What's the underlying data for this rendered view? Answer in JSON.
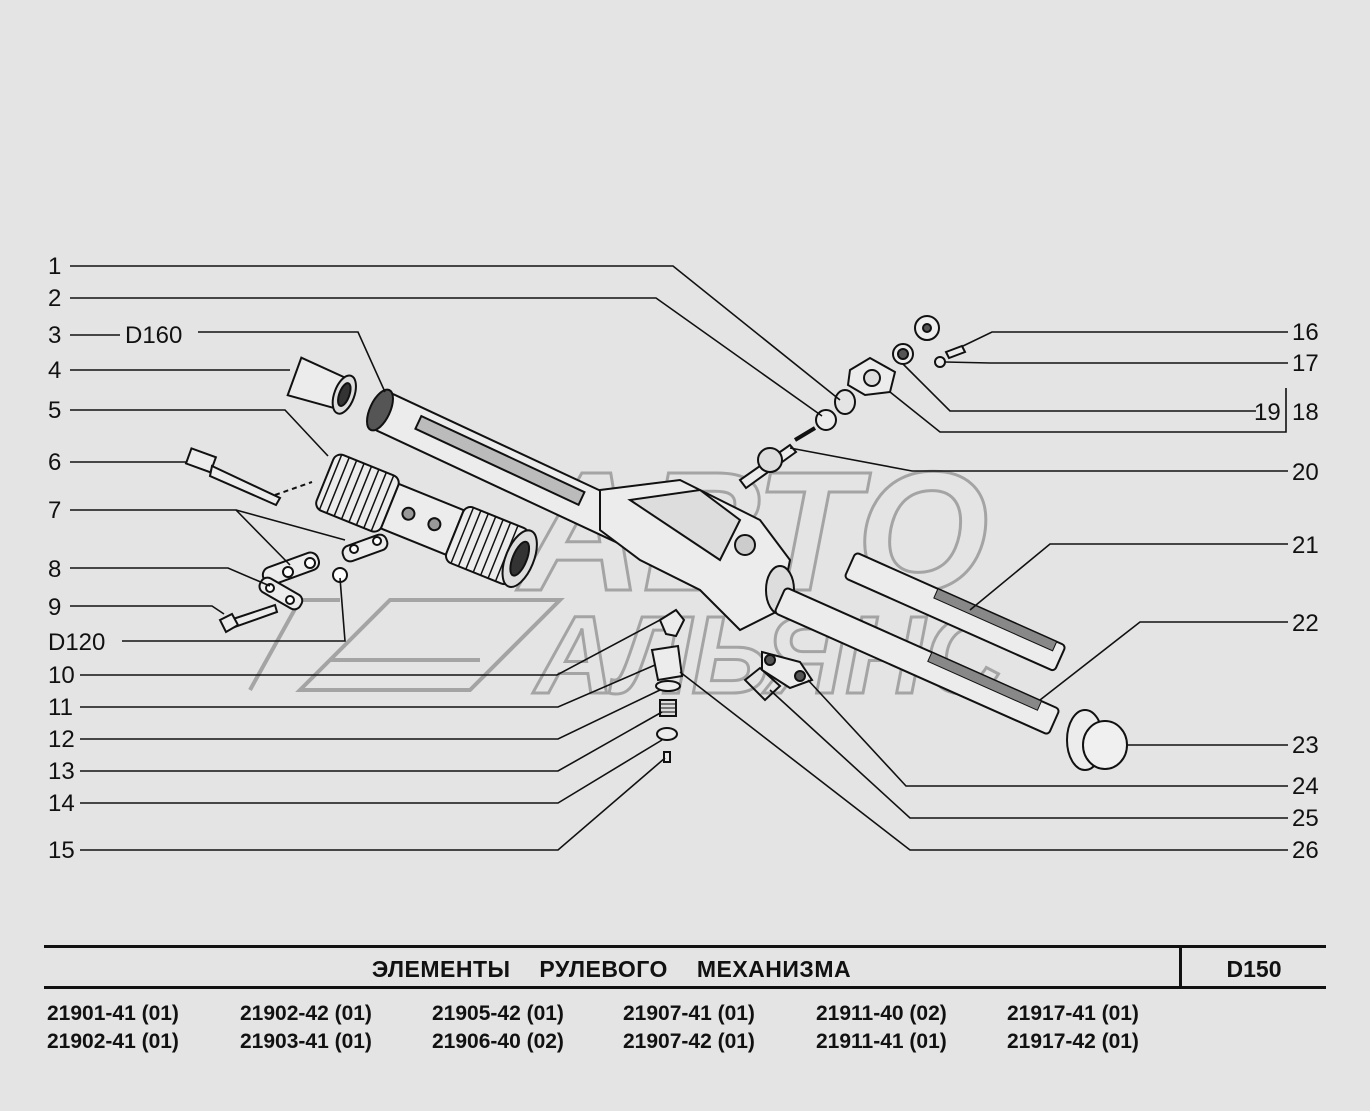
{
  "callouts_left": [
    {
      "id": "c1",
      "label": "1"
    },
    {
      "id": "c2",
      "label": "2"
    },
    {
      "id": "c3",
      "label": "3"
    },
    {
      "id": "c4",
      "label": "4"
    },
    {
      "id": "c5",
      "label": "5"
    },
    {
      "id": "c6",
      "label": "6"
    },
    {
      "id": "c7",
      "label": "7"
    },
    {
      "id": "c8",
      "label": "8"
    },
    {
      "id": "c9",
      "label": "9"
    },
    {
      "id": "cD120",
      "label": "D120"
    },
    {
      "id": "c10",
      "label": "10"
    },
    {
      "id": "c11",
      "label": "11"
    },
    {
      "id": "c12",
      "label": "12"
    },
    {
      "id": "c13",
      "label": "13"
    },
    {
      "id": "c14",
      "label": "14"
    },
    {
      "id": "c15",
      "label": "15"
    }
  ],
  "callouts_right": [
    {
      "id": "c16",
      "label": "16"
    },
    {
      "id": "c17",
      "label": "17"
    },
    {
      "id": "c19",
      "label": "19"
    },
    {
      "id": "c18",
      "label": "18"
    },
    {
      "id": "c20",
      "label": "20"
    },
    {
      "id": "c21",
      "label": "21"
    },
    {
      "id": "c22",
      "label": "22"
    },
    {
      "id": "c23",
      "label": "23"
    },
    {
      "id": "c24",
      "label": "24"
    },
    {
      "id": "c25",
      "label": "25"
    },
    {
      "id": "c26",
      "label": "26"
    }
  ],
  "ref_label": "D160",
  "watermark": {
    "line1": "АВТО",
    "line2": "АЛЬЯНС"
  },
  "title": "ЭЛЕМЕНТЫ РУЛЕВОГО МЕХАНИЗМА",
  "code": "D150",
  "models": [
    [
      "21901-41 (01)",
      "21902-41 (01)"
    ],
    [
      "21902-42 (01)",
      "21903-41 (01)"
    ],
    [
      "21905-42 (01)",
      "21906-40 (02)"
    ],
    [
      "21907-41 (01)",
      "21907-42 (01)"
    ],
    [
      "21911-40 (02)",
      "21911-41 (01)"
    ],
    [
      "21917-41 (01)",
      "21917-42 (01)"
    ]
  ]
}
